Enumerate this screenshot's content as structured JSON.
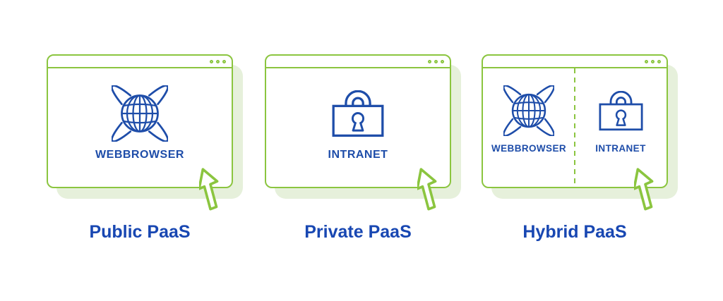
{
  "colors": {
    "window_green": "#8BC53F",
    "shadow_green": "#E6F0DB",
    "icon_blue": "#1E4DA9",
    "caption_blue": "#1847B2",
    "background": "#FFFFFF"
  },
  "window_controls": {
    "dots": 3
  },
  "windows": [
    {
      "caption": "Public PaaS",
      "zones": [
        {
          "icon": "globe-network",
          "label": "WEBBROWSER"
        }
      ]
    },
    {
      "caption": "Private PaaS",
      "zones": [
        {
          "icon": "padlock",
          "label": "INTRANET"
        }
      ]
    },
    {
      "caption": "Hybrid PaaS",
      "zones": [
        {
          "icon": "globe-network",
          "label": "WEBBROWSER"
        },
        {
          "icon": "padlock",
          "label": "INTRANET"
        }
      ]
    }
  ]
}
